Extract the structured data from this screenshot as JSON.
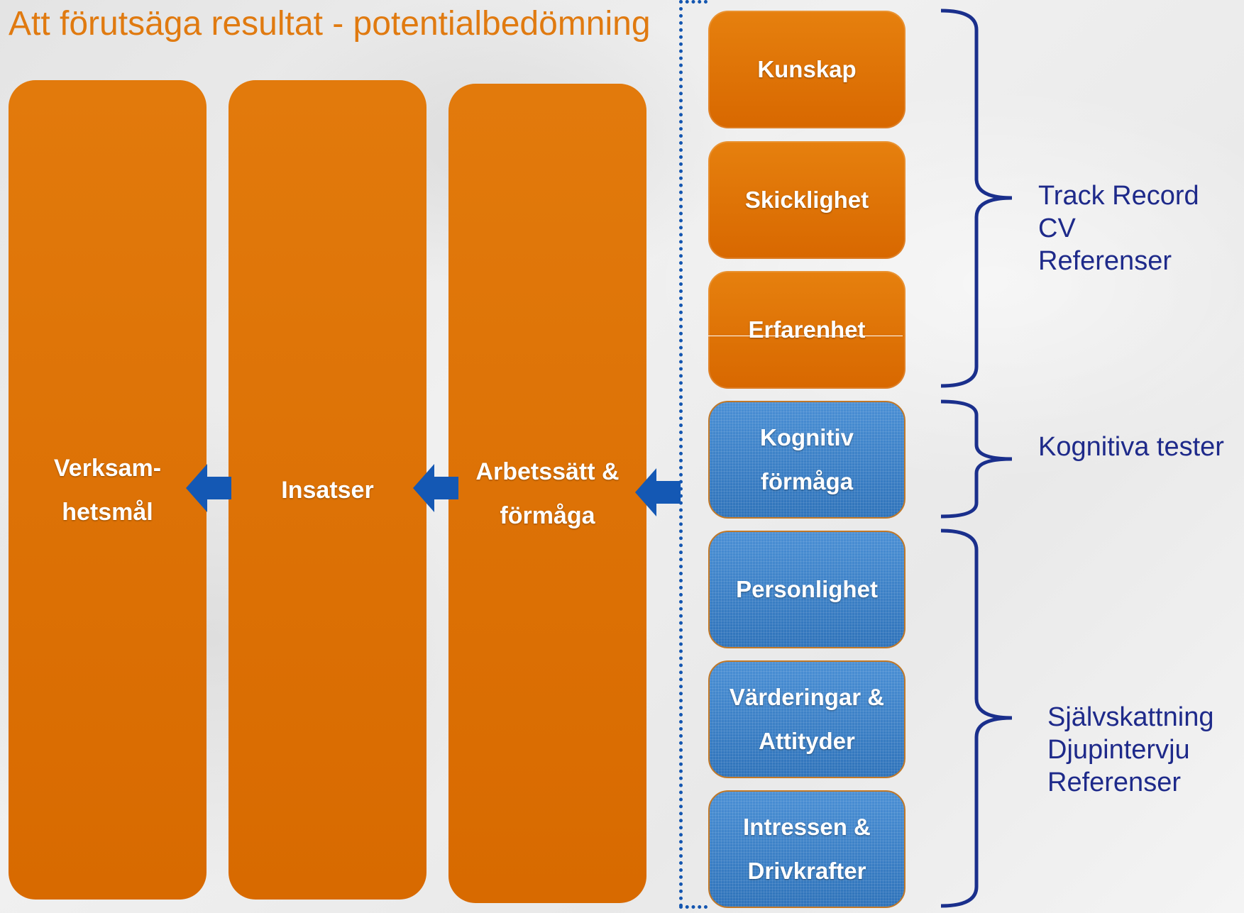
{
  "title": "Att förutsäga resultat - potentialbedömning",
  "columns": [
    {
      "line1": "Verksam-",
      "line2": "hetsmål"
    },
    {
      "line1": "Insatser",
      "line2": ""
    },
    {
      "line1": "Arbetssätt &",
      "line2": "förmåga"
    }
  ],
  "boxes": [
    {
      "line1": "Kunskap",
      "line2": "",
      "color": "#e07a10"
    },
    {
      "line1": "Skicklighet",
      "line2": "",
      "color": "#e07a10"
    },
    {
      "line1": "Erfarenhet",
      "line2": "",
      "color": "#e07a10"
    },
    {
      "line1": "Kognitiv",
      "line2": "förmåga",
      "color": "#3d82c8"
    },
    {
      "line1": "Personlighet",
      "line2": "",
      "color": "#3d82c8"
    },
    {
      "line1": "Värderingar &",
      "line2": "Attityder",
      "color": "#3d82c8"
    },
    {
      "line1": "Intressen &",
      "line2": "Drivkrafter",
      "color": "#3d82c8"
    }
  ],
  "groups": [
    {
      "lines": [
        "Track Record",
        "CV",
        "Referenser"
      ]
    },
    {
      "lines": [
        "Kognitiva tester"
      ]
    },
    {
      "lines": [
        "Självskattning",
        "Djupintervju",
        "Referenser"
      ]
    }
  ],
  "colors": {
    "accent_orange": "#e07a10",
    "accent_blue": "#3d82c8",
    "label_navy": "#1e2a8a",
    "arrow_blue": "#1458b4"
  }
}
